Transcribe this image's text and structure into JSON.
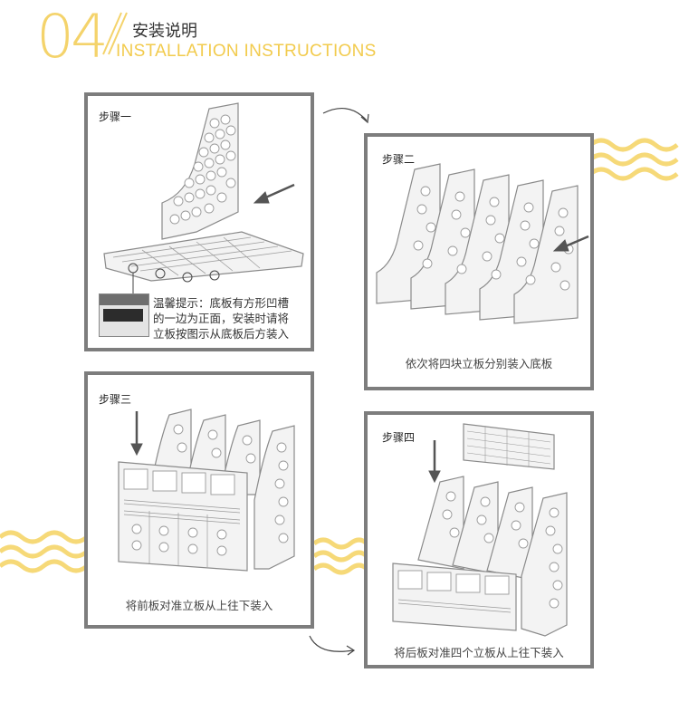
{
  "header": {
    "number": "04",
    "title_cn": "安装说明",
    "title_en": "INSTALLATION INSTRUCTIONS"
  },
  "steps": [
    {
      "label": "步骤一",
      "note": [
        "温馨提示：底板有方形凹槽",
        "的一边为正面，安装时请将",
        "立板按图示从底板后方装入"
      ]
    },
    {
      "label": "步骤二",
      "caption": "依次将四块立板分别装入底板"
    },
    {
      "label": "步骤三",
      "caption": "将前板对准立板从上往下装入"
    },
    {
      "label": "步骤四",
      "caption": "将后板对准四个立板从上往下装入"
    }
  ],
  "colors": {
    "accent_yellow": "#f4d36b",
    "frame_gray": "#7d7d7d"
  }
}
